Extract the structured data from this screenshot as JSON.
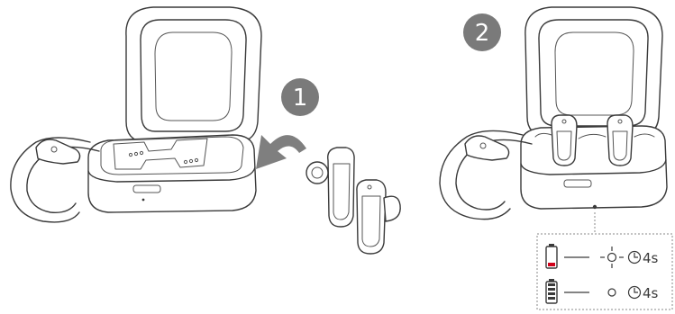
{
  "steps": [
    {
      "number": "1",
      "action": "place-earbuds-in-case"
    },
    {
      "number": "2",
      "action": "earbuds-charging-in-case"
    }
  ],
  "indicator_legend": {
    "rows": [
      {
        "battery_state": "low",
        "led": "blinking",
        "duration": "4s"
      },
      {
        "battery_state": "full",
        "led": "off",
        "duration": "4s"
      }
    ]
  },
  "colors": {
    "line": "#3a3a3a",
    "badge": "#7a7a7a",
    "arrow": "#7f7f7f",
    "low_battery": "#d0021b",
    "legend_border": "#888888"
  },
  "icons": [
    "battery-low-icon",
    "battery-full-icon",
    "led-blink-icon",
    "led-off-icon",
    "clock-icon",
    "curved-arrow-icon"
  ]
}
